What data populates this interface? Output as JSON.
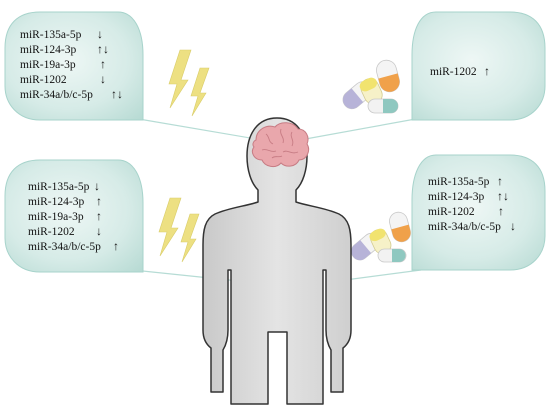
{
  "panels": {
    "top_left": {
      "rows": [
        {
          "name": "miR-135a-5p",
          "arrow": "↓"
        },
        {
          "name": "miR-124-3p",
          "arrow": "↑↓"
        },
        {
          "name": "miR-19a-3p",
          "arrow": "↑"
        },
        {
          "name": "miR-1202",
          "arrow": "↓"
        },
        {
          "name": "miR-34a/b/c-5p",
          "arrow": "↑↓"
        }
      ]
    },
    "top_right": {
      "rows": [
        {
          "name": "miR-1202",
          "arrow": "↑"
        }
      ]
    },
    "bottom_left": {
      "rows": [
        {
          "name": "miR-135a-5p",
          "arrow": "↓"
        },
        {
          "name": "miR-124-3p",
          "arrow": "↑"
        },
        {
          "name": "miR-19a-3p",
          "arrow": "↑"
        },
        {
          "name": "miR-1202",
          "arrow": "↓"
        },
        {
          "name": "miR-34a/b/c-5p",
          "arrow": "↑"
        }
      ]
    },
    "bottom_right": {
      "rows": [
        {
          "name": "miR-135a-5p",
          "arrow": "↑"
        },
        {
          "name": "miR-124-3p",
          "arrow": "↑↓"
        },
        {
          "name": "miR-1202",
          "arrow": "↑"
        },
        {
          "name": "miR-34a/b/c-5p",
          "arrow": "↓"
        }
      ]
    }
  },
  "icons": [
    "lightning-icon",
    "pills-icon",
    "brain-icon",
    "human-silhouette-icon"
  ],
  "colors": {
    "panel_fill": "#d8ece8",
    "panel_fill_edge": "#b9dcd5",
    "panel_stroke": "#9ccfc6",
    "bolt": "#ecdf7e",
    "body_fill": "#dcdcdc",
    "body_stroke": "#3a3a3a",
    "brain": "#e8a3a8"
  }
}
